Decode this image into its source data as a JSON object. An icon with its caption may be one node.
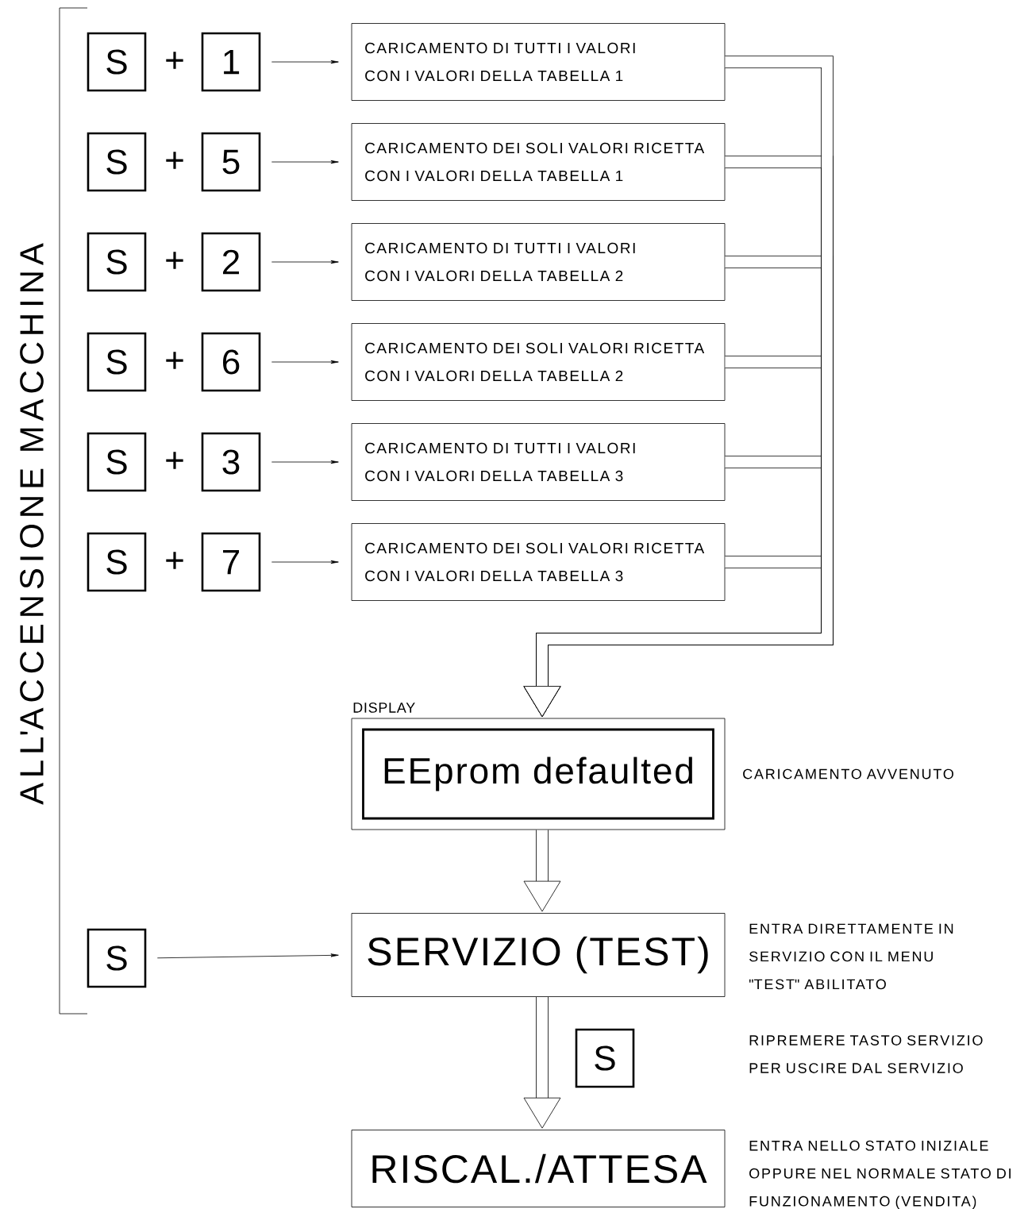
{
  "diagram": {
    "nodes": [
      {
        "text": [
          "S"
        ]
      },
      {
        "text": [
          "1"
        ]
      },
      {
        "text": [
          "CARICAMENTO DI TUTTI I VALORI CON I VALORI DELLA TABELLA 1"
        ]
      },
      {
        "text": [
          "S"
        ]
      },
      {
        "text": [
          "5"
        ]
      },
      {
        "text": [
          "CARICAMENTO DEI SOLI VALORI RICETTA CON I VALORI DELLA TABELLA 1"
        ]
      },
      {
        "text": [
          "S"
        ]
      },
      {
        "text": [
          "2"
        ]
      },
      {
        "text": [
          "CARICAMENTO DI TUTTI I VALORI CON I VALORI DELLA TABELLA 2"
        ]
      },
      {
        "text": [
          "S"
        ]
      },
      {
        "text": [
          "6"
        ]
      },
      {
        "text": [
          "CARICAMENTO DEI SOLI VALORI RICETTA CON I VALORI DELLA TABELLA 2"
        ]
      },
      {
        "text": [
          "S"
        ]
      },
      {
        "text": [
          "3"
        ]
      },
      {
        "text": [
          "CARICAMENTO DI TUTTI I VALORI CON I VALORI DELLA TABELLA 3"
        ]
      },
      {
        "text": [
          "S"
        ]
      },
      {
        "text": [
          "7"
        ]
      },
      {
        "text": [
          "CARICAMENTO DEI SOLI VALORI RICETTA CON I VALORI DELLA TABELLA 3"
        ]
      },
      {
        "text": [
          "DISPLAY",
          "EEprom defaulted"
        ],
        "beside": [
          "CARICAMENTO AVVENUTO"
        ]
      },
      {
        "text": [
          "S"
        ]
      },
      {
        "text": [
          "SERVIZIO (TEST)"
        ],
        "beside": [
          "ENTRA DIRETTAMENTE IN SERVIZIO CON IL MENU \"TEST\" ABILITATO"
        ]
      },
      {
        "text": [
          "S"
        ]
      },
      {
        "text": [
          "RISCAL./ATTESA"
        ],
        "beside": [
          "ENTRA NELLO STATO INIZIALE OPPURE NEL NORMALE STATO DI FUNZIONAMENTO (VENDITA)"
        ]
      }
    ],
    "edges": [
      {
        "from": 1,
        "to": 2,
        "arrow": "to"
      },
      {
        "from": 4,
        "to": 5,
        "arrow": "to"
      },
      {
        "from": 7,
        "to": 8,
        "arrow": "to"
      },
      {
        "from": 10,
        "to": 11,
        "arrow": "to"
      },
      {
        "from": 13,
        "to": 14,
        "arrow": "to"
      },
      {
        "from": 16,
        "to": 17,
        "arrow": "to"
      },
      {
        "from": 2,
        "to": 18,
        "arrow": "to"
      },
      {
        "from": 5,
        "to": 18,
        "arrow": "to"
      },
      {
        "from": 8,
        "to": 18,
        "arrow": "to"
      },
      {
        "from": 11,
        "to": 18,
        "arrow": "to"
      },
      {
        "from": 14,
        "to": 18,
        "arrow": "to"
      },
      {
        "from": 17,
        "to": 18,
        "arrow": "to"
      },
      {
        "from": 18,
        "to": 20,
        "arrow": "to"
      },
      {
        "from": 19,
        "to": 20,
        "arrow": "to"
      },
      {
        "from": 20,
        "to": 22,
        "arrow": "to"
      }
    ],
    "labels": [
      "ALL'ACCENSIONE MACCHINA",
      "+",
      "+",
      "+",
      "+",
      "+",
      "+",
      "RIPREMERE TASTO SERVIZIO PER USCIRE DAL SERVIZIO"
    ]
  }
}
